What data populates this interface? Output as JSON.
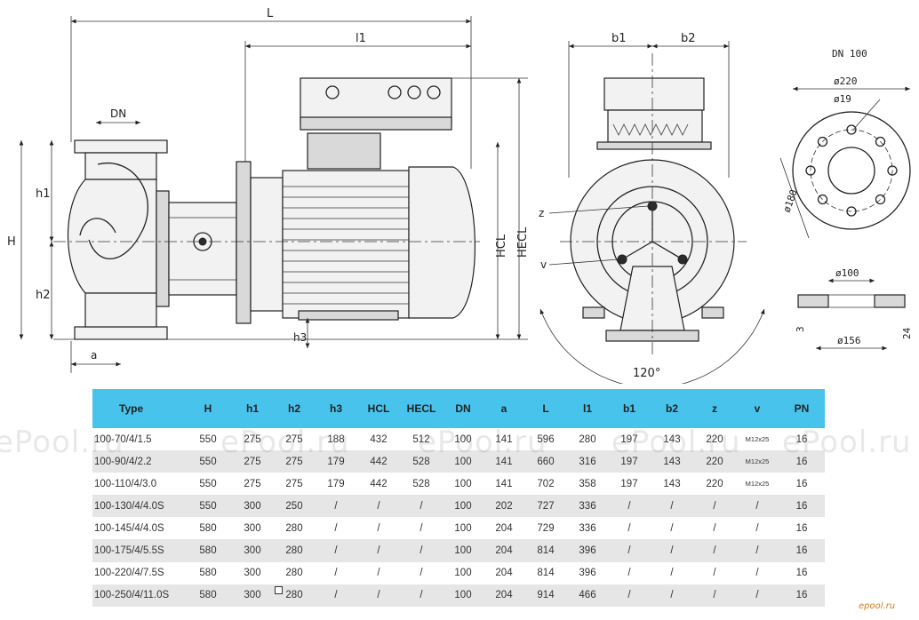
{
  "drawing": {
    "dim_labels": {
      "L": "L",
      "l1": "l1",
      "DN": "DN",
      "h1": "h1",
      "H": "H",
      "h2": "h2",
      "h3": "h3",
      "a": "a",
      "HCL": "HCL",
      "HECL": "HECL",
      "b1": "b1",
      "b2": "b2",
      "z": "z",
      "v": "v",
      "angle": "120°"
    },
    "flange": {
      "title": "DN 100",
      "d220": "ø220",
      "d19": "ø19",
      "d180": "ø180",
      "d100": "ø100",
      "d156": "ø156",
      "t3": "3",
      "t24": "24"
    }
  },
  "table": {
    "headers": [
      "Type",
      "H",
      "h1",
      "h2",
      "h3",
      "HCL",
      "HECL",
      "DN",
      "a",
      "L",
      "l1",
      "b1",
      "b2",
      "z",
      "v",
      "PN"
    ],
    "rows": [
      [
        "100-70/4/1.5",
        "550",
        "275",
        "275",
        "188",
        "432",
        "512",
        "100",
        "141",
        "596",
        "280",
        "197",
        "143",
        "220",
        "M12x25",
        "16"
      ],
      [
        "100-90/4/2.2",
        "550",
        "275",
        "275",
        "179",
        "442",
        "528",
        "100",
        "141",
        "660",
        "316",
        "197",
        "143",
        "220",
        "M12x25",
        "16"
      ],
      [
        "100-110/4/3.0",
        "550",
        "275",
        "275",
        "179",
        "442",
        "528",
        "100",
        "141",
        "702",
        "358",
        "197",
        "143",
        "220",
        "M12x25",
        "16"
      ],
      [
        "100-130/4/4.0S",
        "550",
        "300",
        "250",
        "/",
        "/",
        "/",
        "100",
        "202",
        "727",
        "336",
        "/",
        "/",
        "/",
        "/",
        "16"
      ],
      [
        "100-145/4/4.0S",
        "580",
        "300",
        "280",
        "/",
        "/",
        "/",
        "100",
        "204",
        "729",
        "336",
        "/",
        "/",
        "/",
        "/",
        "16"
      ],
      [
        "100-175/4/5.5S",
        "580",
        "300",
        "280",
        "/",
        "/",
        "/",
        "100",
        "204",
        "814",
        "396",
        "/",
        "/",
        "/",
        "/",
        "16"
      ],
      [
        "100-220/4/7.5S",
        "580",
        "300",
        "280",
        "/",
        "/",
        "/",
        "100",
        "204",
        "814",
        "396",
        "/",
        "/",
        "/",
        "/",
        "16"
      ],
      [
        "100-250/4/11.0S",
        "580",
        "300",
        "280",
        "/",
        "/",
        "/",
        "100",
        "204",
        "914",
        "466",
        "/",
        "/",
        "/",
        "/",
        "16"
      ]
    ]
  },
  "watermark": "ePool.ru",
  "brand": "epool.ru",
  "colors": {
    "header_bg": "#48c3ec",
    "row_alt": "#e6e6e6",
    "brand": "#d97b1a"
  }
}
